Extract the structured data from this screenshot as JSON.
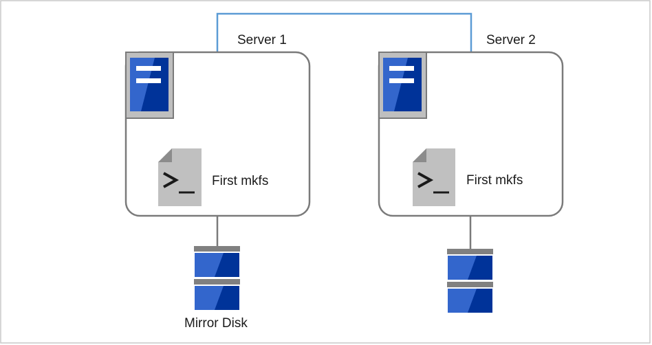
{
  "servers": [
    {
      "name": "Server 1",
      "process_label": "First mkfs",
      "disk_label": "Mirror Disk"
    },
    {
      "name": "Server 2",
      "process_label": "First mkfs",
      "disk_label": ""
    }
  ],
  "icons": {
    "server": "server-icon",
    "terminal": "terminal-script-icon",
    "disk": "mirror-disk-icon"
  },
  "colors": {
    "frame_border": "#c8c8c8",
    "box_border": "#7a7a7a",
    "network_line": "#5b9bd5",
    "server_blue": "#2b5fcc",
    "server_dark_blue": "#003399",
    "icon_gray": "#bfbfbf",
    "disk_gray": "#808080"
  }
}
